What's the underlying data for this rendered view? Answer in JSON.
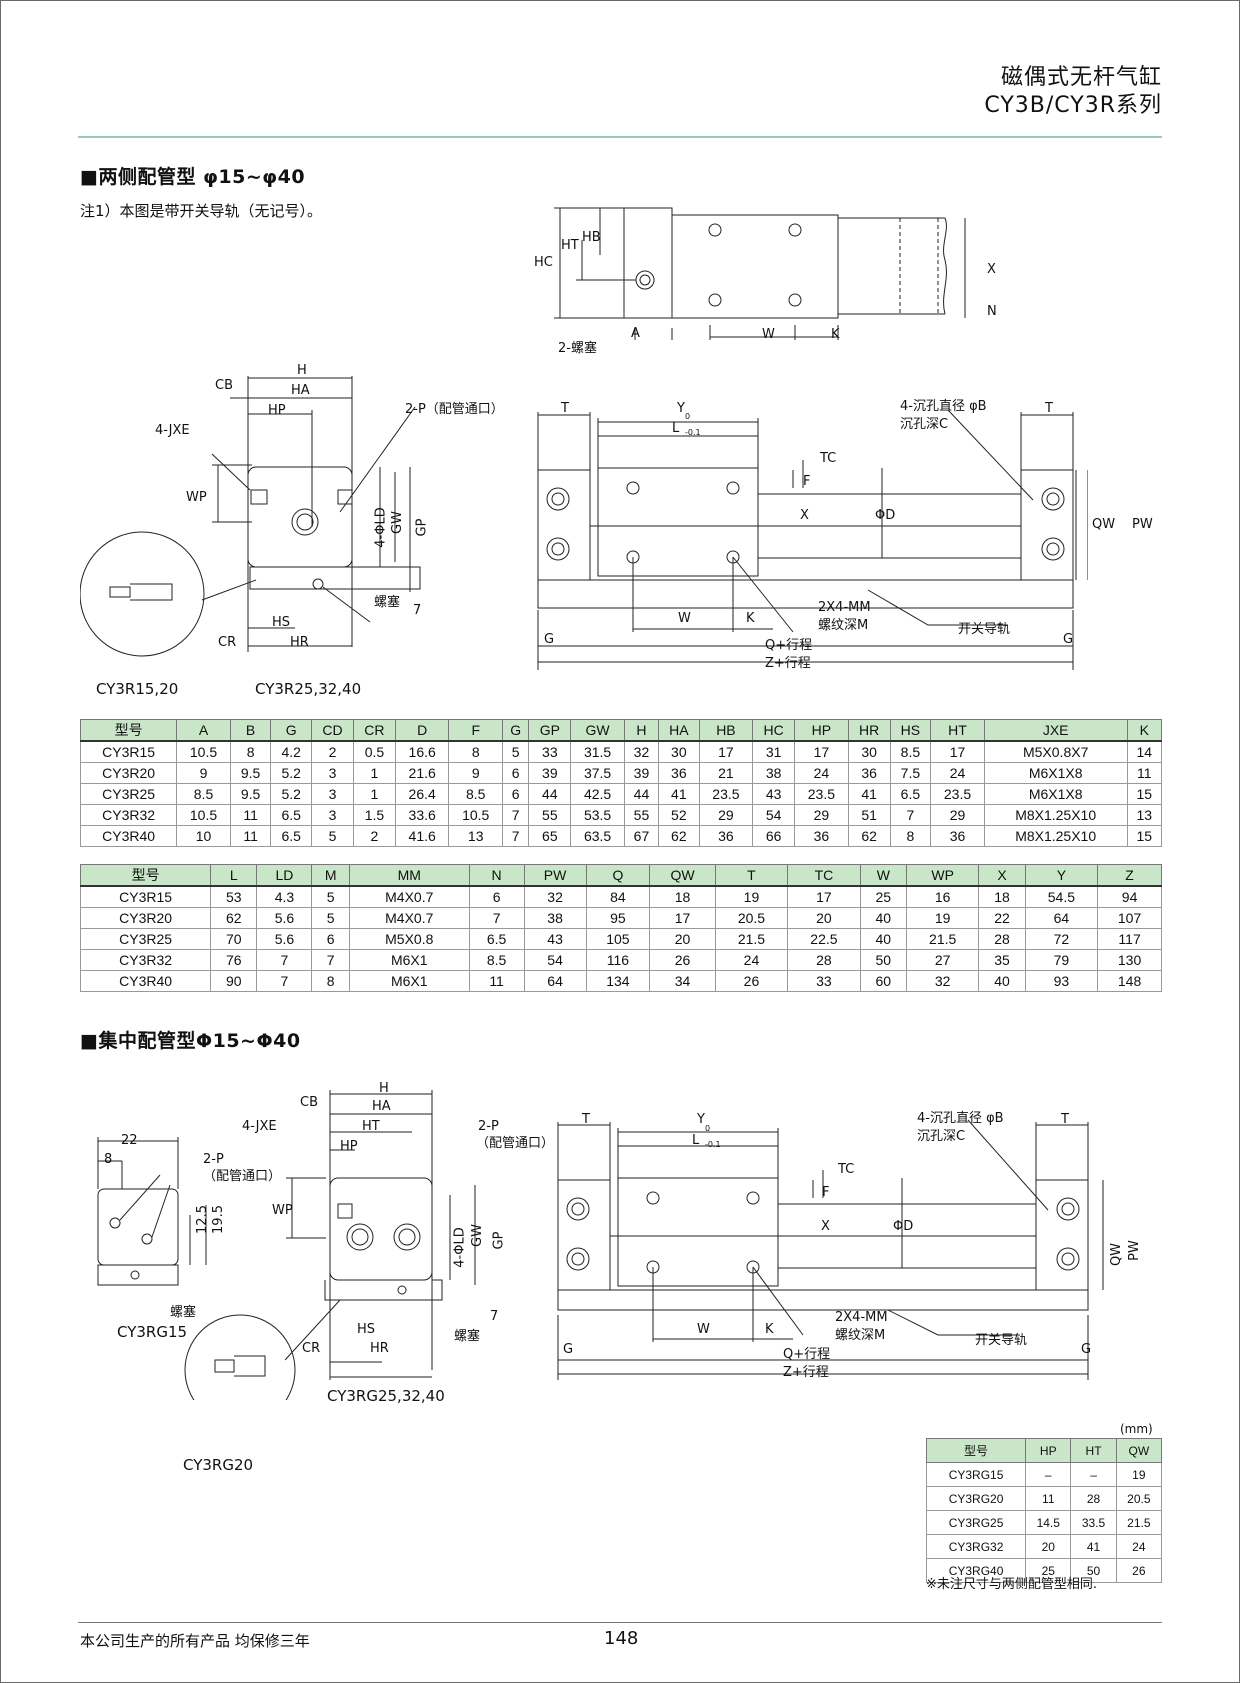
{
  "header": {
    "title_cn": "磁偶式无杆气缸",
    "series": "CY3B/CY3R系列"
  },
  "section1": {
    "title": "■两侧配管型  φ15~φ40",
    "note": "注1）本图是带开关导轨（无记号）。",
    "labels": {
      "hc": "HC",
      "ht": "HT",
      "hb": "HB",
      "x": "X",
      "n": "N",
      "plug2": "2-螺塞",
      "a": "A",
      "w": "W",
      "k": "K",
      "h": "H",
      "cb": "CB",
      "ha": "HA",
      "hp": "HP",
      "jxe": "4-JXE",
      "wp": "WP",
      "p2": "2-P（配管通口）",
      "ld": "4-ΦLD",
      "gw": "GW",
      "gp": "GP",
      "plug": "螺塞",
      "seven": "7",
      "hs": "HS",
      "cr": "CR",
      "hr": "HR",
      "cap_left": "CY3R15,20",
      "cap_right": "CY3R25,32,40",
      "t": "T",
      "y": "Y",
      "l": "L",
      "l_tol_up": "0",
      "l_tol_dn": "-0.1",
      "tc": "TC",
      "f": "F",
      "phid": "ΦD",
      "cbore1": "4-沉孔直径 φB",
      "cbore2": "沉孔深C",
      "qw": "QW",
      "pw": "PW",
      "mm1": "2X4-MM",
      "mm2": "螺纹深M",
      "switch_rail": "开关导轨",
      "g": "G",
      "q_stroke": "Q+行程",
      "z_stroke": "Z+行程"
    }
  },
  "table1": {
    "headers": [
      "型号",
      "A",
      "B",
      "G",
      "CD",
      "CR",
      "D",
      "F",
      "G",
      "GP",
      "GW",
      "H",
      "HA",
      "HB",
      "HC",
      "HP",
      "HR",
      "HS",
      "HT",
      "JXE",
      "K"
    ],
    "rows": [
      [
        "CY3R15",
        "10.5",
        "8",
        "4.2",
        "2",
        "0.5",
        "16.6",
        "8",
        "5",
        "33",
        "31.5",
        "32",
        "30",
        "17",
        "31",
        "17",
        "30",
        "8.5",
        "17",
        "M5X0.8X7",
        "14"
      ],
      [
        "CY3R20",
        "9",
        "9.5",
        "5.2",
        "3",
        "1",
        "21.6",
        "9",
        "6",
        "39",
        "37.5",
        "39",
        "36",
        "21",
        "38",
        "24",
        "36",
        "7.5",
        "24",
        "M6X1X8",
        "11"
      ],
      [
        "CY3R25",
        "8.5",
        "9.5",
        "5.2",
        "3",
        "1",
        "26.4",
        "8.5",
        "6",
        "44",
        "42.5",
        "44",
        "41",
        "23.5",
        "43",
        "23.5",
        "41",
        "6.5",
        "23.5",
        "M6X1X8",
        "15"
      ],
      [
        "CY3R32",
        "10.5",
        "11",
        "6.5",
        "3",
        "1.5",
        "33.6",
        "10.5",
        "7",
        "55",
        "53.5",
        "55",
        "52",
        "29",
        "54",
        "29",
        "51",
        "7",
        "29",
        "M8X1.25X10",
        "13"
      ],
      [
        "CY3R40",
        "10",
        "11",
        "6.5",
        "5",
        "2",
        "41.6",
        "13",
        "7",
        "65",
        "63.5",
        "67",
        "62",
        "36",
        "66",
        "36",
        "62",
        "8",
        "36",
        "M8X1.25X10",
        "15"
      ]
    ]
  },
  "table2": {
    "headers": [
      "型号",
      "L",
      "LD",
      "M",
      "MM",
      "N",
      "PW",
      "Q",
      "QW",
      "T",
      "TC",
      "W",
      "WP",
      "X",
      "Y",
      "Z"
    ],
    "rows": [
      [
        "CY3R15",
        "53",
        "4.3",
        "5",
        "M4X0.7",
        "6",
        "32",
        "84",
        "18",
        "19",
        "17",
        "25",
        "16",
        "18",
        "54.5",
        "94"
      ],
      [
        "CY3R20",
        "62",
        "5.6",
        "5",
        "M4X0.7",
        "7",
        "38",
        "95",
        "17",
        "20.5",
        "20",
        "40",
        "19",
        "22",
        "64",
        "107"
      ],
      [
        "CY3R25",
        "70",
        "5.6",
        "6",
        "M5X0.8",
        "6.5",
        "43",
        "105",
        "20",
        "21.5",
        "22.5",
        "40",
        "21.5",
        "28",
        "72",
        "117"
      ],
      [
        "CY3R32",
        "76",
        "7",
        "7",
        "M6X1",
        "8.5",
        "54",
        "116",
        "26",
        "24",
        "28",
        "50",
        "27",
        "35",
        "79",
        "130"
      ],
      [
        "CY3R40",
        "90",
        "7",
        "8",
        "M6X1",
        "11",
        "64",
        "134",
        "34",
        "26",
        "33",
        "60",
        "32",
        "40",
        "93",
        "148"
      ]
    ]
  },
  "section2": {
    "title": "■集中配管型Φ15~Φ40",
    "labels": {
      "d22": "22",
      "d8": "8",
      "p2": "2-P",
      "p2b": "（配管通口）",
      "d125": "12.5",
      "d195": "19.5",
      "plug": "螺塞",
      "cap15": "CY3RG15",
      "cap20": "CY3RG20",
      "cap2540": "CY3RG25,32,40",
      "h": "H",
      "cb": "CB",
      "ha": "HA",
      "jxe": "4-JXE",
      "ht": "HT",
      "hp": "HP",
      "wp": "WP",
      "ld": "4-ΦLD",
      "gw": "GW",
      "gp": "GP",
      "hs": "HS",
      "cr": "CR",
      "hr": "HR",
      "seven": "7",
      "t": "T",
      "y": "Y",
      "l": "L",
      "l_tol_up": "0",
      "l_tol_dn": "-0.1",
      "tc": "TC",
      "f": "F",
      "x": "X",
      "phid": "ΦD",
      "cbore1": "4-沉孔直径 φB",
      "cbore2": "沉孔深C",
      "qw": "QW",
      "pw": "PW",
      "mm1": "2X4-MM",
      "mm2": "螺纹深M",
      "w": "W",
      "k": "K",
      "switch_rail": "开关导轨",
      "g": "G",
      "q_stroke": "Q+行程",
      "z_stroke": "Z+行程"
    }
  },
  "table3": {
    "unit": "(mm)",
    "headers": [
      "型号",
      "HP",
      "HT",
      "QW"
    ],
    "rows": [
      [
        "CY3RG15",
        "–",
        "–",
        "19"
      ],
      [
        "CY3RG20",
        "11",
        "28",
        "20.5"
      ],
      [
        "CY3RG25",
        "14.5",
        "33.5",
        "21.5"
      ],
      [
        "CY3RG32",
        "20",
        "41",
        "24"
      ],
      [
        "CY3RG40",
        "25",
        "50",
        "26"
      ]
    ],
    "footnote": "※未注尺寸与两侧配管型相同."
  },
  "footer": {
    "warranty": "本公司生产的所有产品  均保修三年",
    "page": "148"
  },
  "colors": {
    "table_header": "#c9e6c9",
    "header_rule": "#9ccbb4"
  }
}
